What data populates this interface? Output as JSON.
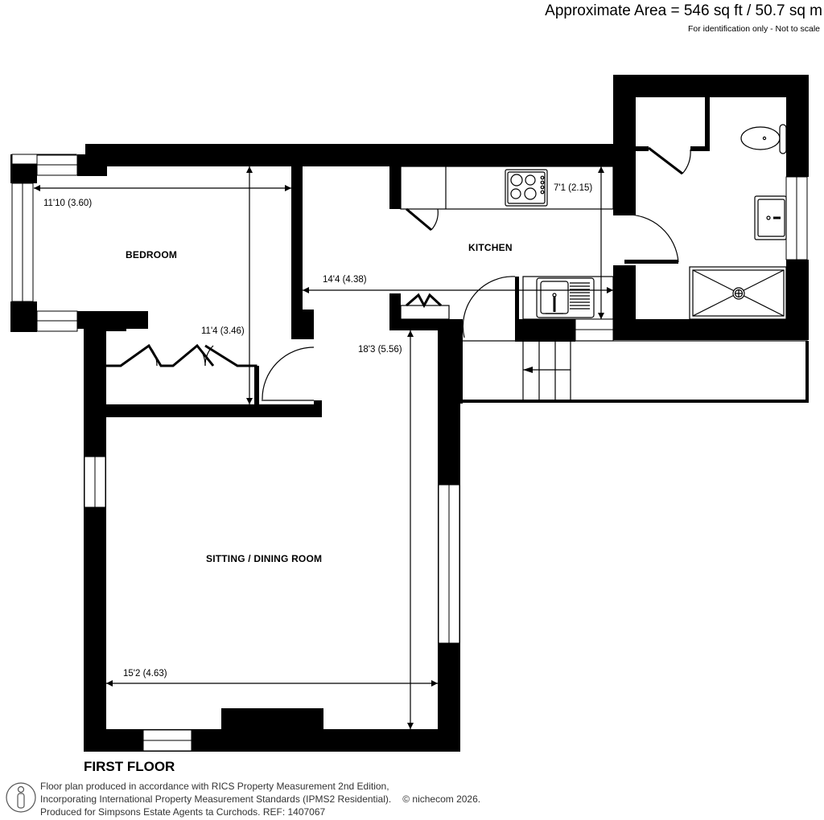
{
  "header": {
    "area": "Approximate Area = 546 sq ft / 50.7 sq m",
    "note": "For identification only - Not to scale"
  },
  "floor": {
    "title": "FIRST FLOOR"
  },
  "rooms": [
    {
      "name": "BEDROOM",
      "dims": [
        {
          "text": "11'10 (3.60)",
          "orientation": "horizontal"
        },
        {
          "text": "11'4 (3.46)",
          "orientation": "vertical"
        }
      ]
    },
    {
      "name": "KITCHEN",
      "dims": [
        {
          "text": "7'1 (2.15)",
          "orientation": "vertical"
        },
        {
          "text": "14'4 (4.38)",
          "orientation": "horizontal"
        }
      ]
    },
    {
      "name": "SITTING / DINING ROOM",
      "dims": [
        {
          "text": "18'3 (5.56)",
          "orientation": "vertical"
        },
        {
          "text": "15'2 (4.63)",
          "orientation": "horizontal"
        }
      ]
    },
    {
      "name": "",
      "type": "shower-room",
      "dims": []
    }
  ],
  "fixtures": [
    "hob-icon",
    "sink-icon",
    "toilet-icon",
    "basin-icon",
    "shower-tray-icon",
    "stairs-icon",
    "wardrobe-doors-icon"
  ],
  "footer": {
    "line1": "Floor plan produced in accordance with RICS Property Measurement 2nd Edition,",
    "line2": "Incorporating International Property Measurement Standards (IPMS2 Residential).",
    "copyright": "© nichecom 2026.",
    "line3": "Produced for Simpsons Estate Agents ta Curchods.   REF: 1407067"
  },
  "colors": {
    "wall": "#000000",
    "background": "#ffffff",
    "footer_text": "#333333"
  }
}
